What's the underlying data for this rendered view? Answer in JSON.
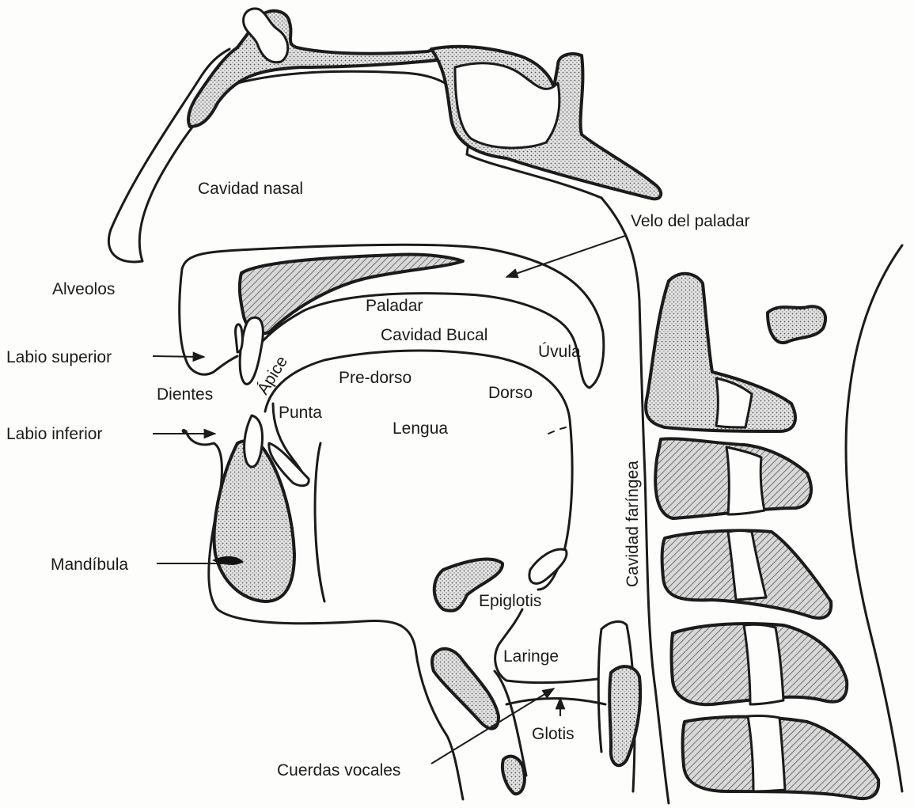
{
  "labels": {
    "cavidad_nasal": "Cavidad nasal",
    "velo_del_paladar": "Velo del paladar",
    "alveolos": "Alveolos",
    "paladar": "Paladar",
    "cavidad_bucal": "Cavidad Bucal",
    "labio_superior": "Labio superior",
    "uvula": "Úvula",
    "apice": "Ápice",
    "pre_dorso": "Pre-dorso",
    "dientes": "Dientes",
    "dorso": "Dorso",
    "punta": "Punta",
    "labio_inferior": "Labio inferior",
    "lengua": "Lengua",
    "cavidad_faringea": "Cavidad faríngea",
    "mandibula": "Mandíbula",
    "epiglotis": "Epiglotis",
    "laringe": "Laringe",
    "glotis": "Glotis",
    "cuerdas_vocales": "Cuerdas vocales"
  }
}
